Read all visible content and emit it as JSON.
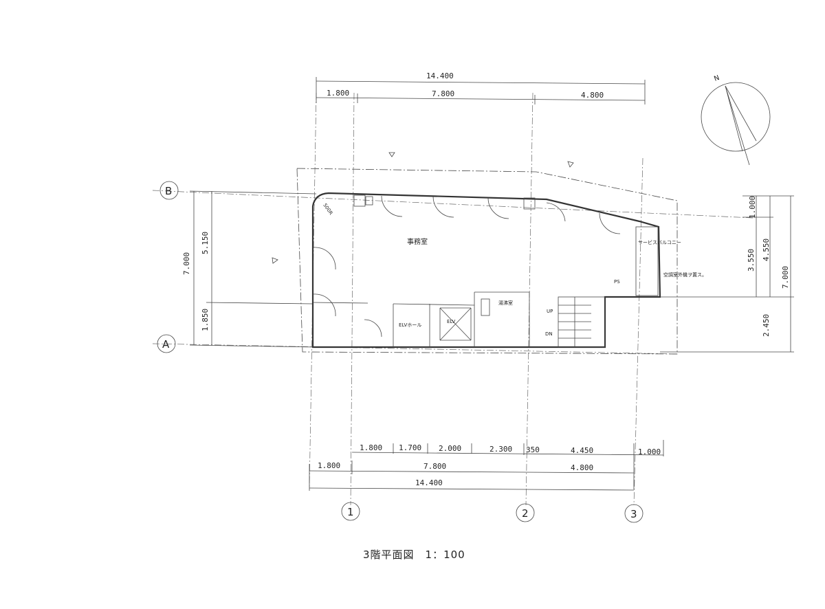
{
  "title": "3階平面図　1：100",
  "top_dims": {
    "total": "14.400",
    "d1": "1.800",
    "d2": "7.800",
    "d3": "4.800"
  },
  "bottom_dims": {
    "row1": [
      "1.800",
      "1.700",
      "2.000",
      "2.300",
      "350",
      "4.450",
      "1.000"
    ],
    "row2": [
      "1.800",
      "7.800",
      "4.800"
    ],
    "total": "14.400"
  },
  "left_dims": {
    "total": "7.000",
    "upper": "5.150",
    "lower": "1.850"
  },
  "right_dims": {
    "top": "1.000",
    "mid": "3.550",
    "span": "4.550",
    "total": "7.000",
    "bottom": "2.450"
  },
  "axes": {
    "a": "A",
    "b": "B",
    "c1": "1",
    "c2": "2",
    "c3": "3"
  },
  "rooms": {
    "office": "事務室",
    "elv_hall": "ELVホール",
    "elv": "ELV",
    "kitchen": "湯沸室",
    "radius": "500R",
    "service": "サービスバルコニー",
    "outdoor_unit": "空調室外機ヲ置ス。",
    "shaft": "PS",
    "up": "UP",
    "dn": "DN"
  },
  "compass": {
    "north": "N"
  }
}
